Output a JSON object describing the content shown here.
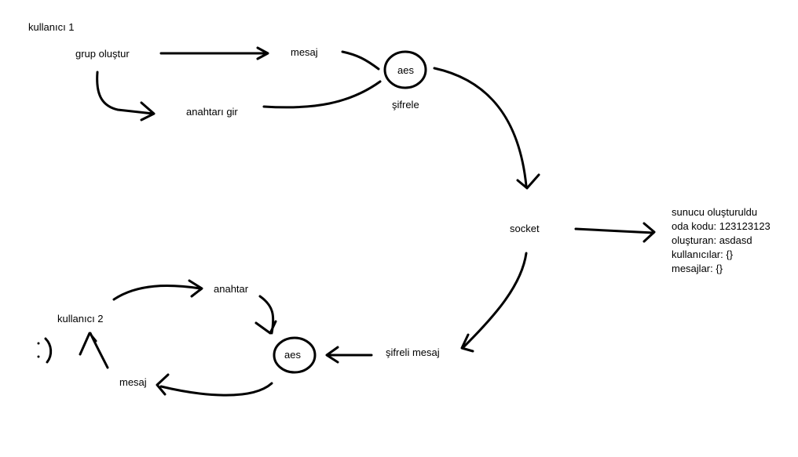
{
  "diagram": {
    "user1_label": "kullanıcı 1",
    "create_group": "grup oluştur",
    "message_top": "mesaj",
    "enter_key": "anahtarı gir",
    "aes_top": "aes",
    "encrypt": "şifrele",
    "socket": "socket",
    "server_info": [
      "sunucu oluşturuldu",
      "oda kodu: 123123123",
      "oluşturan: asdasd",
      "kullanıcılar: {}",
      "mesajlar: {}"
    ],
    "encrypted_message": "şifreli mesaj",
    "aes_bottom": "aes",
    "key": "anahtar",
    "user2_label": "kullanıcı 2",
    "message_bottom": "mesaj"
  }
}
